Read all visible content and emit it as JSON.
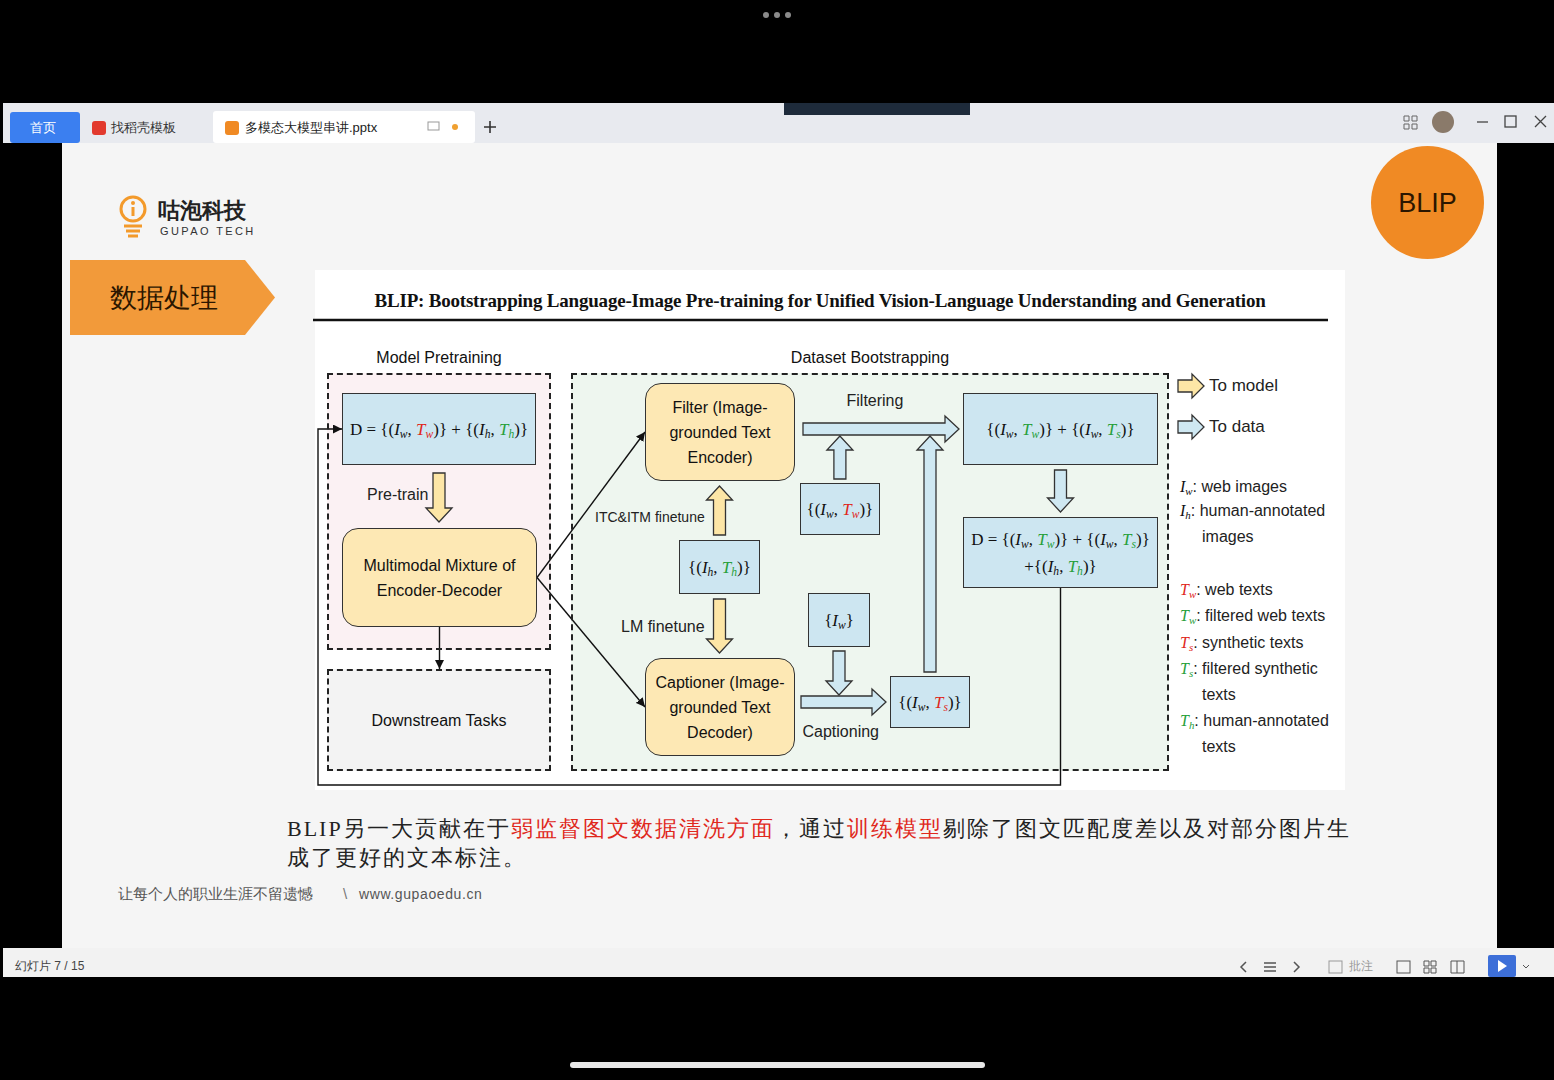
{
  "diagram": {
    "title": "BLIP: Bootstrapping Language-Image Pre-training for Unified Vision-Language Understanding and Generation",
    "caption": "BLIP另一大贡献在于弱监督图文数据清洗方面，通过训练模型剔除了图文匹配度差以及对部分图片生成了更好的文本标注。",
    "nodes": [
      {
        "text": [
          "BLIP"
        ]
      },
      {
        "text": [
          "数据处理"
        ]
      },
      {
        "text": [
          "Model Pretraining"
        ]
      },
      {
        "text": [
          "D = {(Iw, Tw)} + {(Ih, Th)}"
        ],
        "in": 2
      },
      {
        "text": [
          "Multimodal Mixture of Encoder-Decoder"
        ],
        "in": 2
      },
      {
        "text": [
          "Downstream Tasks"
        ]
      },
      {
        "text": [
          "Dataset Bootstrapping"
        ]
      },
      {
        "text": [
          "Filter (Image-grounded Text Encoder)"
        ],
        "in": 6
      },
      {
        "text": [
          "{(Ih, Th)}"
        ],
        "in": 6
      },
      {
        "text": [
          "Captioner (Image-grounded Text Decoder)"
        ],
        "in": 6
      },
      {
        "text": [
          "{(Iw, Tw)}"
        ],
        "in": 6
      },
      {
        "text": [
          "{Iw}"
        ],
        "in": 6
      },
      {
        "text": [
          "{(Iw, Ts)}"
        ],
        "in": 6
      },
      {
        "text": [
          "{(Iw, Tw)} + {(Iw, Ts)}"
        ],
        "in": 6
      },
      {
        "text": [
          "D = {(Iw, Tw)} + {(Iw, Ts)} +{(Ih, Th)}"
        ],
        "in": 6
      }
    ],
    "edges": [
      {
        "from": 3,
        "to": 4,
        "label": "Pre-train",
        "arrow": "to"
      },
      {
        "from": 4,
        "to": 5,
        "arrow": "to"
      },
      {
        "from": 4,
        "to": 7,
        "arrow": "to"
      },
      {
        "from": 4,
        "to": 9,
        "arrow": "to"
      },
      {
        "from": 8,
        "to": 7,
        "label": "ITC&ITM finetune",
        "arrow": "to"
      },
      {
        "from": 8,
        "to": 9,
        "label": "LM finetune",
        "arrow": "to"
      },
      {
        "from": 7,
        "to": 13,
        "label": "Filtering",
        "arrow": "to"
      },
      {
        "from": 10,
        "to": 13,
        "arrow": "to"
      },
      {
        "from": 12,
        "to": 13,
        "arrow": "to"
      },
      {
        "from": 9,
        "to": 12,
        "label": "Captioning",
        "arrow": "to"
      },
      {
        "from": 11,
        "to": 12,
        "arrow": "to"
      },
      {
        "from": 13,
        "to": 14,
        "arrow": "to"
      },
      {
        "from": 14,
        "to": 3,
        "arrow": "to"
      }
    ],
    "labels": [
      "首页",
      "找稻壳模板",
      "多模态大模型串讲.pptx",
      "咕泡科技",
      "GUPAO TECH",
      "Iw: web images",
      "Ih: human-annotated images",
      "Tw: web texts",
      "Tw: filtered web texts",
      "Ts: synthetic texts",
      "Ts: filtered synthetic texts",
      "Th: human-annotated texts",
      "让每个人的职业生涯不留遗憾",
      "\\",
      "www.gupaoedu.cn",
      "幻灯片 7 / 15",
      "批注"
    ],
    "legend": [
      {
        "text": "To model"
      },
      {
        "text": "To data"
      }
    ]
  }
}
